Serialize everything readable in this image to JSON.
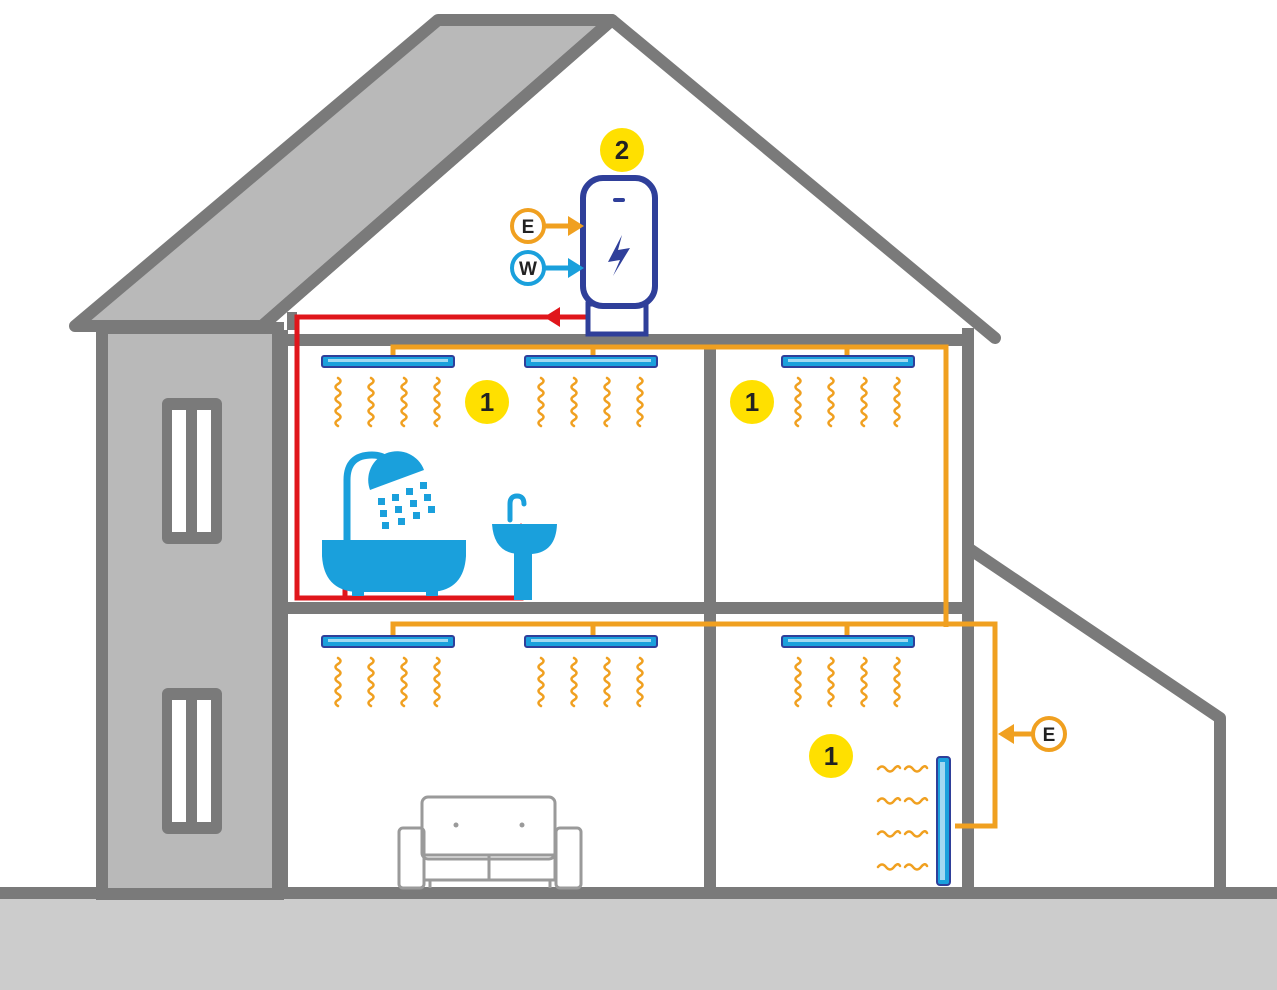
{
  "colors": {
    "wall": "#7a7a7a",
    "wall_fill": "#b9b9b9",
    "ground": "#cccccc",
    "hot_water": "#e0161b",
    "electric": "#f0a020",
    "cold_water": "#1aa0dc",
    "heater_body": "#2f3f9a",
    "badge": "#ffe000"
  },
  "badges": {
    "heater": "2",
    "panel_upper_left": "1",
    "panel_upper_right": "1",
    "panel_lower_right": "1"
  },
  "tags": {
    "heater_energy": "E",
    "heater_water": "W",
    "wall_panel_energy": "E"
  },
  "icons": {
    "heater": "electric-water-heater-icon",
    "lightning": "lightning-bolt-icon",
    "shower": "shower-head-icon",
    "bathtub": "bathtub-icon",
    "sink": "sink-tap-icon",
    "sofa": "sofa-icon",
    "ceiling_panel": "infrared-ceiling-panel-icon",
    "wall_panel": "infrared-wall-panel-icon"
  }
}
